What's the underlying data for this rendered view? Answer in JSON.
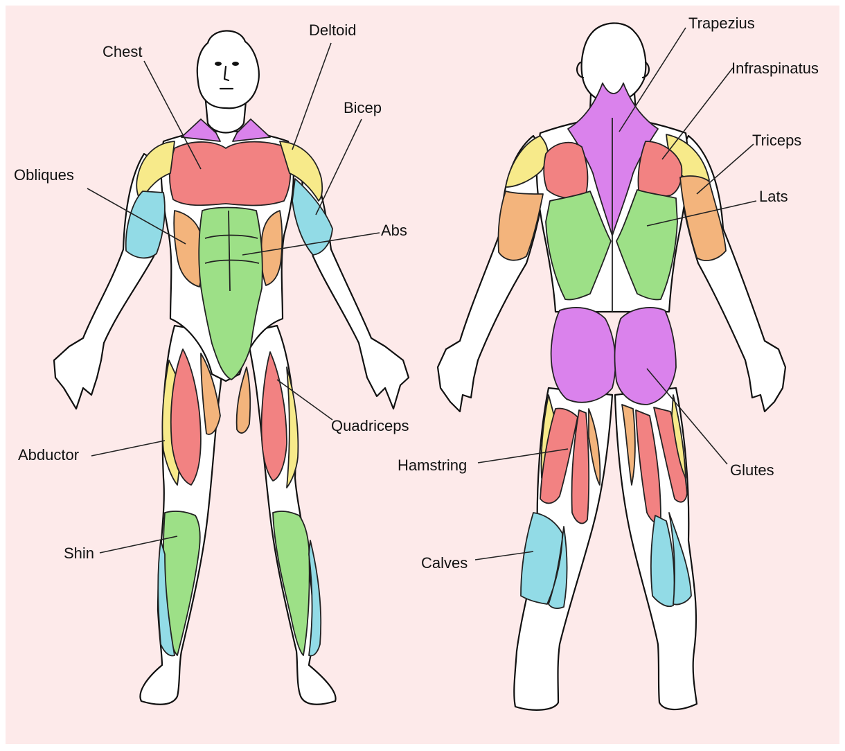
{
  "colors": {
    "background": "#fdeaea",
    "skin": "#ffffff",
    "pink_red": "#f28282",
    "yellow": "#f7ea8a",
    "cyan": "#92dbe6",
    "orange": "#f3b47c",
    "green": "#9de087",
    "purple": "#da82ec"
  },
  "labels": {
    "chest": "Chest",
    "deltoid": "Deltoid",
    "bicep": "Bicep",
    "obliques": "Obliques",
    "abs": "Abs",
    "quadriceps": "Quadriceps",
    "abductor": "Abductor",
    "shin": "Shin",
    "trapezius": "Trapezius",
    "infraspinatus": "Infraspinatus",
    "triceps": "Triceps",
    "lats": "Lats",
    "hamstring": "Hamstring",
    "glutes": "Glutes",
    "calves": "Calves"
  }
}
